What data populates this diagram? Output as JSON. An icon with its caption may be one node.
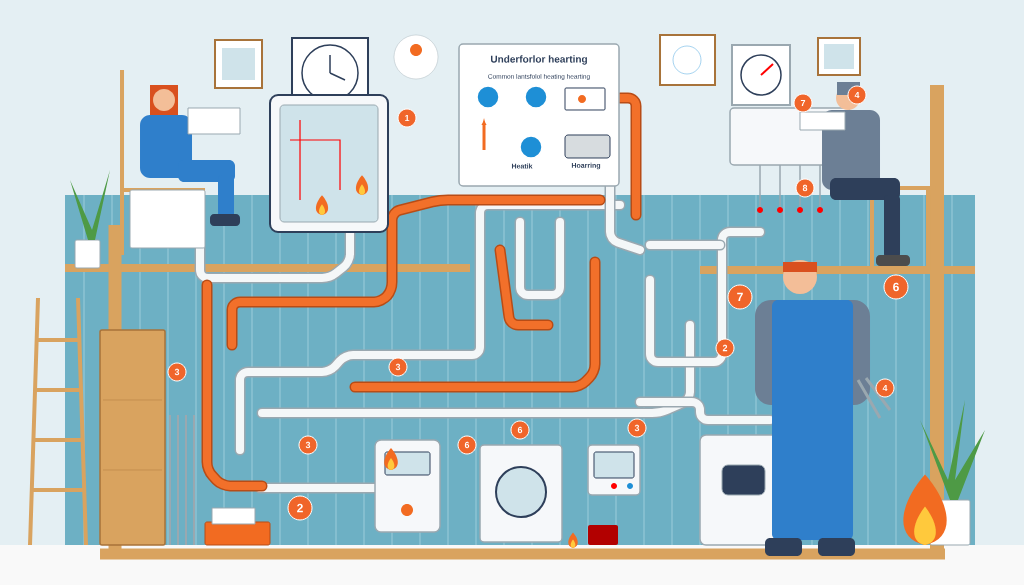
{
  "diagram": {
    "nodes": [
      {
        "text": [
          "Underforlor hearting",
          "Common lantsfolol heating hearting",
          "Heatik",
          "Hoarring"
        ]
      }
    ],
    "labels": [
      "4",
      "7",
      "1",
      "8",
      "6",
      "7",
      "2",
      "3",
      "3",
      "4",
      "3",
      "6",
      "3",
      "6",
      "2"
    ]
  }
}
